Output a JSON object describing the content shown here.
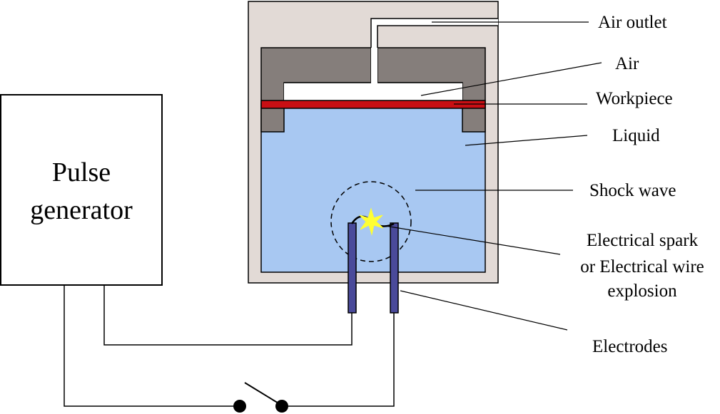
{
  "pulse_generator": {
    "line1": "Pulse",
    "line2": "generator"
  },
  "labels": {
    "air_outlet": "Air outlet",
    "air": "Air",
    "workpiece": "Workpiece",
    "liquid": "Liquid",
    "shock_wave": "Shock wave",
    "spark_line1": "Electrical spark",
    "spark_line2": "or Electrical wire",
    "spark_line3": "explosion",
    "electrodes": "Electrodes"
  },
  "colors": {
    "chamber_outer": "#e2dad6",
    "holder": "#857e7b",
    "liquid": "#a8c8f2",
    "workpiece": "#c80f14",
    "electrode": "#4a4a9a",
    "spark": "#ffff33"
  }
}
